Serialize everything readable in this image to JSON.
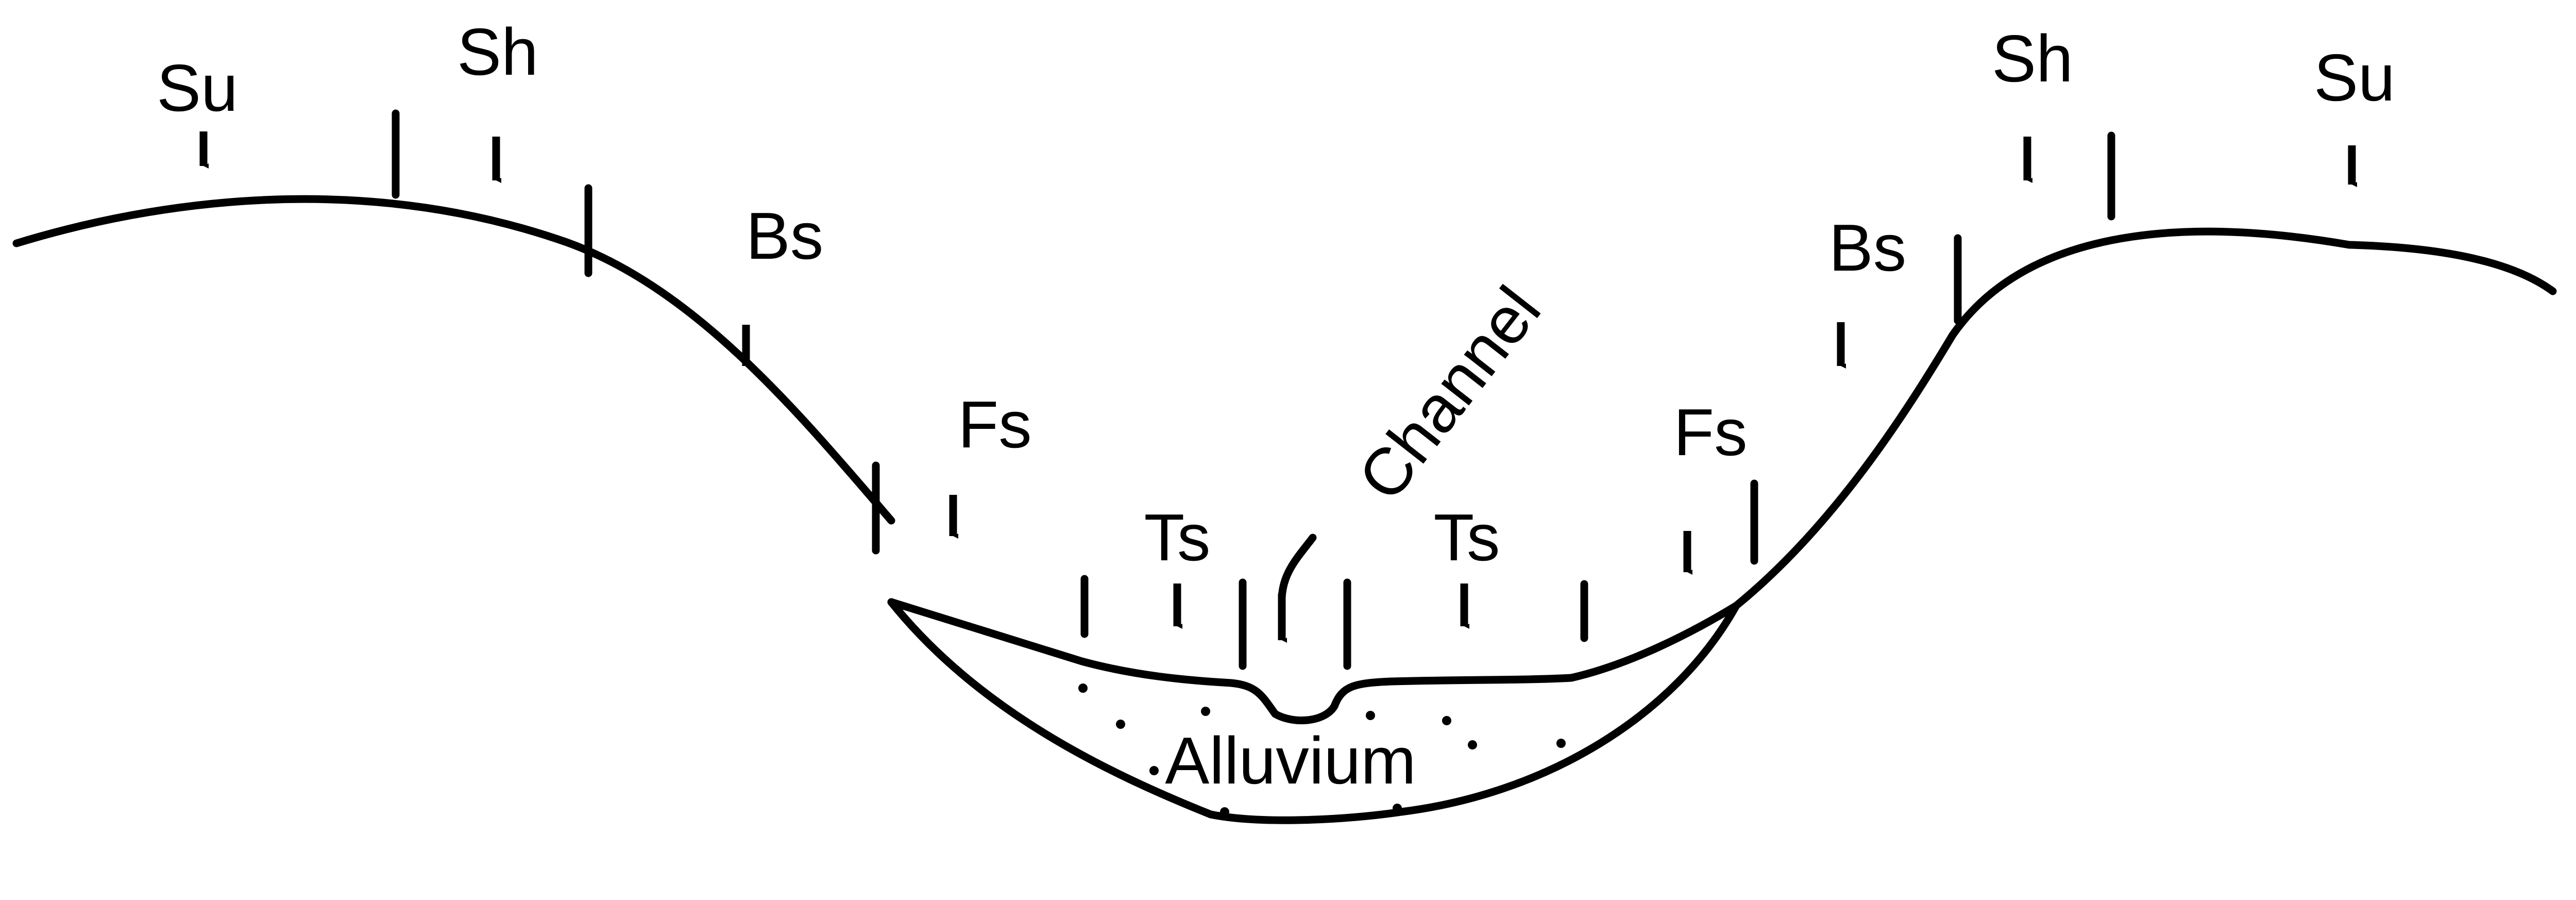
{
  "labels": {
    "summit_left": "Su",
    "shoulder_left": "Sh",
    "backslope_left": "Bs",
    "footslope_left": "Fs",
    "toeslope_left": "Ts",
    "channel": "Channel",
    "toeslope_right": "Ts",
    "footslope_right": "Fs",
    "backslope_right": "Bs",
    "shoulder_right": "Sh",
    "summit_right": "Su",
    "alluvium": "Alluvium"
  },
  "colors": {
    "line": "#000000",
    "background": "#ffffff"
  }
}
